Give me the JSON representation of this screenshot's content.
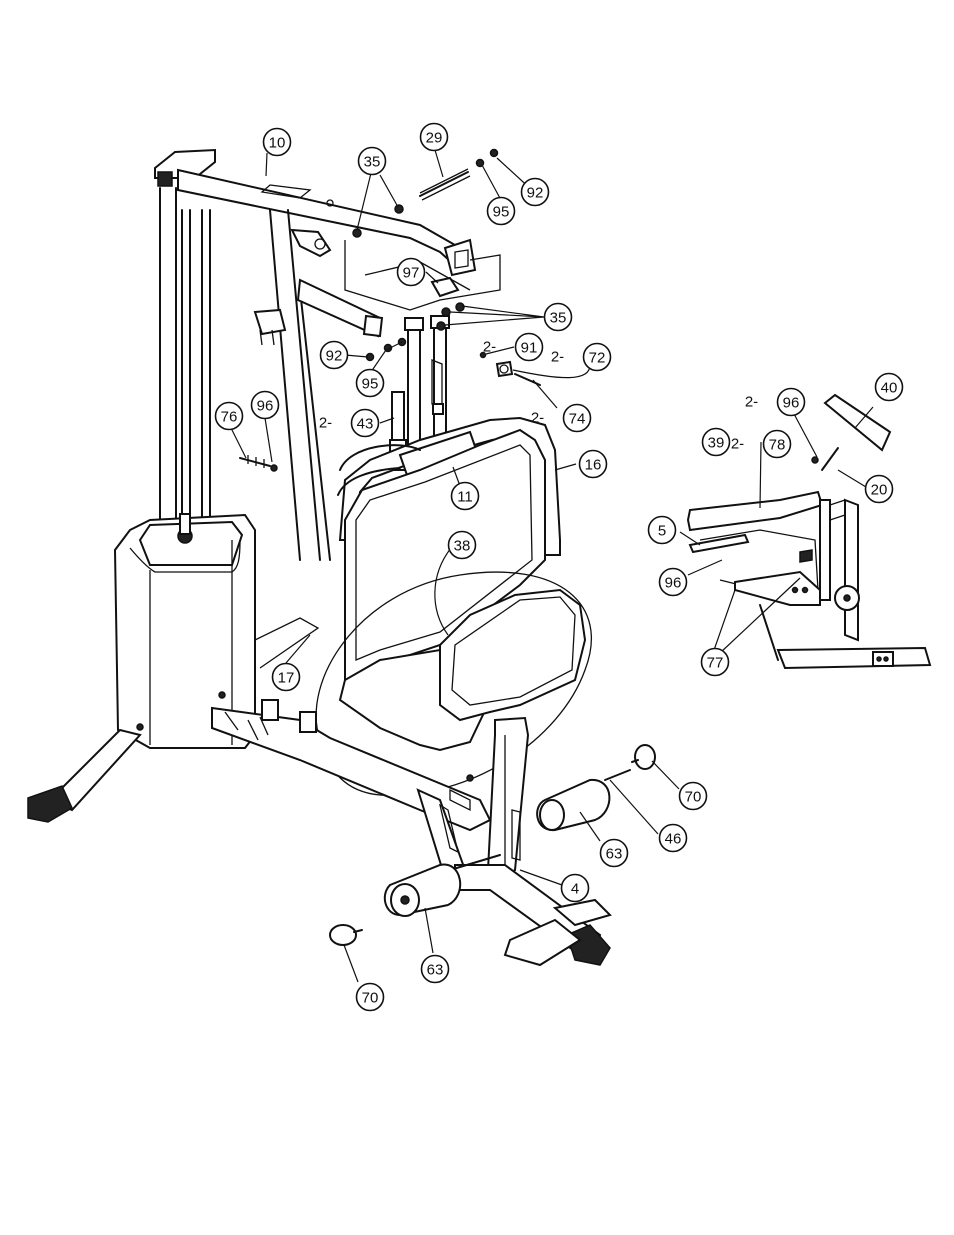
{
  "callouts": [
    {
      "id": "c10",
      "label": "10"
    },
    {
      "id": "c35a",
      "label": "35"
    },
    {
      "id": "c29",
      "label": "29"
    },
    {
      "id": "c92a",
      "label": "92"
    },
    {
      "id": "c95a",
      "label": "95"
    },
    {
      "id": "c97",
      "label": "97"
    },
    {
      "id": "c35b",
      "label": "35"
    },
    {
      "id": "c92b",
      "label": "92"
    },
    {
      "id": "c95b",
      "label": "95"
    },
    {
      "id": "c91",
      "label": "91",
      "prefix": "2-"
    },
    {
      "id": "c72",
      "label": "72",
      "prefix": "2-"
    },
    {
      "id": "c74",
      "label": "74",
      "prefix": "2-"
    },
    {
      "id": "c43",
      "label": "43",
      "prefix": "2-"
    },
    {
      "id": "c76",
      "label": "76"
    },
    {
      "id": "c96a",
      "label": "96"
    },
    {
      "id": "c16",
      "label": "16"
    },
    {
      "id": "c11",
      "label": "11"
    },
    {
      "id": "c38",
      "label": "38"
    },
    {
      "id": "c17",
      "label": "17"
    },
    {
      "id": "c70a",
      "label": "70"
    },
    {
      "id": "c46",
      "label": "46"
    },
    {
      "id": "c63a",
      "label": "63"
    },
    {
      "id": "c4",
      "label": "4"
    },
    {
      "id": "c63b",
      "label": "63"
    },
    {
      "id": "c70b",
      "label": "70"
    },
    {
      "id": "c40",
      "label": "40"
    },
    {
      "id": "c96b",
      "label": "96",
      "prefix": "2-"
    },
    {
      "id": "c78",
      "label": "78",
      "prefix": "2-"
    },
    {
      "id": "c39",
      "label": "39"
    },
    {
      "id": "c20",
      "label": "20"
    },
    {
      "id": "c5",
      "label": "5"
    },
    {
      "id": "c96c",
      "label": "96"
    },
    {
      "id": "c77",
      "label": "77"
    }
  ]
}
